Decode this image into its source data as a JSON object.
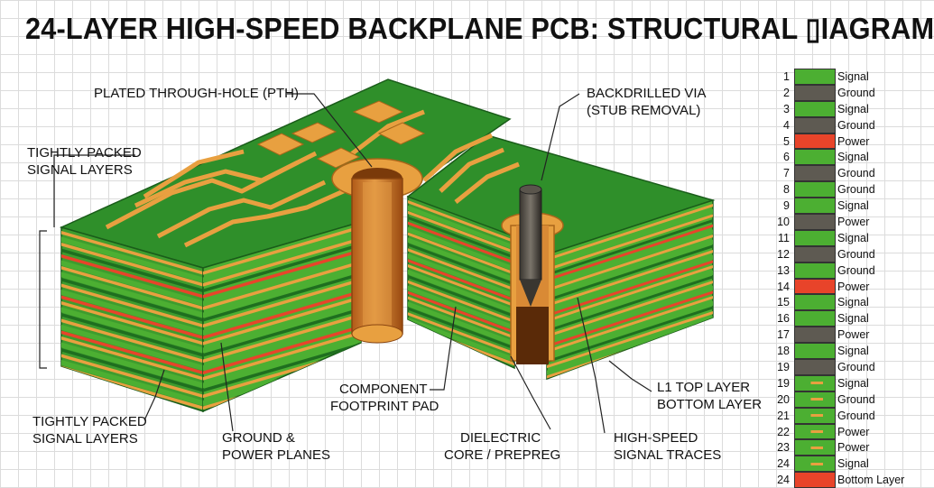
{
  "title": "24-LAYER HIGH-SPEED BACKPLANE PCB: STRUCTURAL ▯IAGRAM",
  "callouts": {
    "pth": [
      "PLATED THROUGH-HOLE (PTH)"
    ],
    "backdrill": [
      "BACKDRILLED VIA",
      "(STUB REMOVAL)"
    ],
    "signal_top": [
      "TIGHTLY PACKED",
      "SIGNAL LAYERS"
    ],
    "signal_bottom": [
      "TIGHTLY PACKED",
      "SIGNAL LAYERS"
    ],
    "ground_power": [
      "GROUND &",
      "POWER PLANES"
    ],
    "pad": [
      "COMPONENT",
      "FOOTPRINT PAD"
    ],
    "dielectric": [
      "DIELECTRIC",
      "CORE / PREPREG"
    ],
    "traces": [
      "HIGH-SPEED",
      "SIGNAL TRACES"
    ],
    "top_bottom": [
      "L1 TOP LAYER",
      "BOTTOM LAYER"
    ]
  },
  "colors": {
    "signal": "#4caf32",
    "ground": "#5e5a52",
    "power": "#e8442a",
    "copper": "#e8a040",
    "board_green": "#2f8f2a",
    "board_dark": "#1f6e1f"
  },
  "legend": [
    {
      "num": "1",
      "label": "Signal",
      "type": "signal"
    },
    {
      "num": "2",
      "label": "Ground",
      "type": "ground"
    },
    {
      "num": "3",
      "label": "Signal",
      "type": "signal"
    },
    {
      "num": "4",
      "label": "Ground",
      "type": "ground"
    },
    {
      "num": "5",
      "label": "Power",
      "type": "power"
    },
    {
      "num": "6",
      "label": "Signal",
      "type": "signal"
    },
    {
      "num": "7",
      "label": "Ground",
      "type": "ground"
    },
    {
      "num": "8",
      "label": "Ground",
      "type": "signal"
    },
    {
      "num": "9",
      "label": "Signal",
      "type": "signal"
    },
    {
      "num": "10",
      "label": "Power",
      "type": "ground"
    },
    {
      "num": "11",
      "label": "Signal",
      "type": "signal"
    },
    {
      "num": "12",
      "label": "Ground",
      "type": "ground"
    },
    {
      "num": "13",
      "label": "Ground",
      "type": "signal"
    },
    {
      "num": "14",
      "label": "Power",
      "type": "power"
    },
    {
      "num": "15",
      "label": "Signal",
      "type": "signal"
    },
    {
      "num": "16",
      "label": "Signal",
      "type": "signal"
    },
    {
      "num": "17",
      "label": "Power",
      "type": "ground"
    },
    {
      "num": "18",
      "label": "Signal",
      "type": "signal"
    },
    {
      "num": "19",
      "label": "Ground",
      "type": "ground"
    },
    {
      "num": "19",
      "label": "Signal",
      "type": "signal"
    },
    {
      "num": "20",
      "label": "Ground",
      "type": "signal"
    },
    {
      "num": "21",
      "label": "Ground",
      "type": "signal"
    },
    {
      "num": "22",
      "label": "Power",
      "type": "signal"
    },
    {
      "num": "23",
      "label": "Power",
      "type": "signal"
    },
    {
      "num": "24",
      "label": "Signal",
      "type": "signal"
    },
    {
      "num": "24",
      "label": "Bottom Layer",
      "type": "power"
    }
  ]
}
